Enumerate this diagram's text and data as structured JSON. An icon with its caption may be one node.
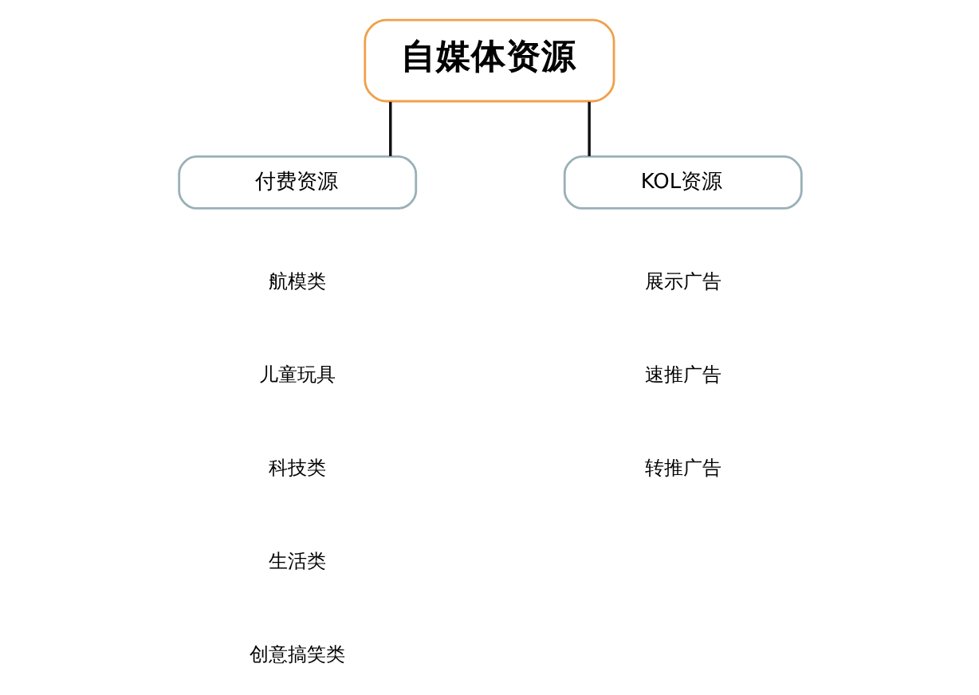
{
  "diagram": {
    "nodes": [
      {
        "text": [
          "自媒体资源"
        ]
      },
      {
        "text": [
          "付费资源"
        ],
        "beside": [
          "航模类",
          "儿童玩具",
          "科技类",
          "生活类",
          "创意搞笑类"
        ]
      },
      {
        "text": [
          "KOL资源"
        ],
        "beside": [
          "展示广告",
          "速推广告",
          "转推广告"
        ]
      }
    ],
    "edges": [
      {
        "from": 0,
        "to": 1,
        "arrow": "none"
      },
      {
        "from": 0,
        "to": 2,
        "arrow": "none"
      }
    ]
  }
}
